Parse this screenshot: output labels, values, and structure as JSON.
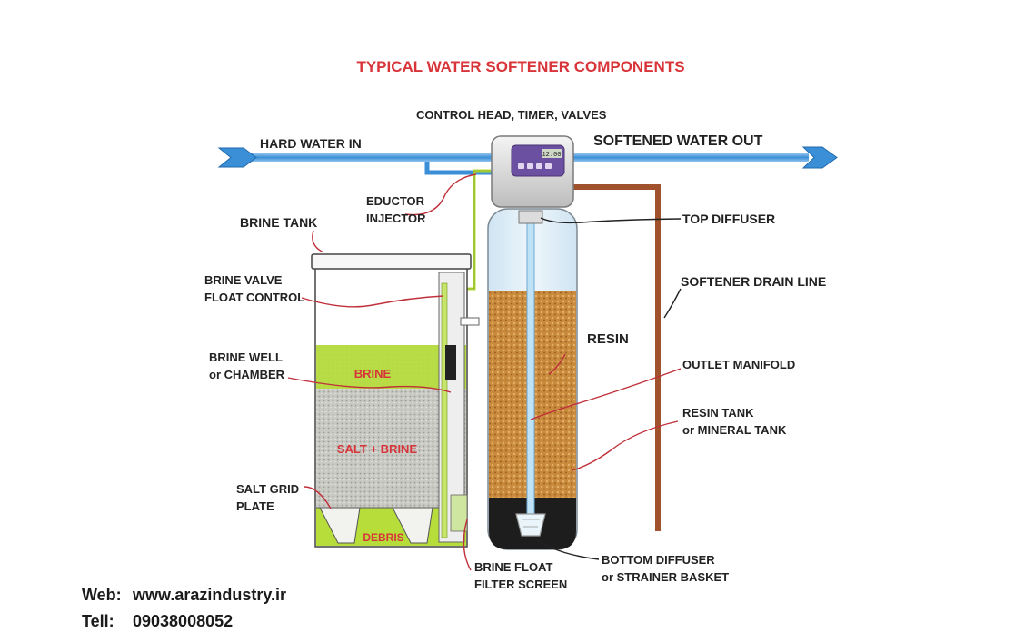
{
  "title": "TYPICAL WATER SOFTENER COMPONENTS",
  "labels": {
    "control_head": "CONTROL HEAD, TIMER, VALVES",
    "hard_water_in": "HARD WATER IN",
    "softened_water_out": "SOFTENED WATER OUT",
    "eductor_1": "EDUCTOR",
    "eductor_2": "INJECTOR",
    "brine_tank": "BRINE TANK",
    "top_diffuser": "TOP DIFFUSER",
    "brine_valve_1": "BRINE VALVE",
    "brine_valve_2": "FLOAT CONTROL",
    "drain_line": "SOFTENER DRAIN LINE",
    "resin": "RESIN",
    "brine_well_1": "BRINE WELL",
    "brine_well_2": "or CHAMBER",
    "outlet_manifold": "OUTLET MANIFOLD",
    "resin_tank_1": "RESIN TANK",
    "resin_tank_2": "or MINERAL TANK",
    "salt_grid_1": "SALT GRID",
    "salt_grid_2": "PLATE",
    "bottom_diffuser_1": "BOTTOM DIFFUSER",
    "bottom_diffuser_2": "or STRAINER BASKET",
    "brine_float_1": "BRINE FLOAT",
    "brine_float_2": "FILTER SCREEN"
  },
  "zones": {
    "brine": "BRINE",
    "salt_brine": "SALT + BRINE",
    "debris": "DEBRIS"
  },
  "display": "12:00",
  "footer": {
    "web_label": "Web:",
    "web_value": "www.arazindustry.ir",
    "tel_label": "Tell:",
    "tel_value": "09038008052"
  },
  "colors": {
    "title": "#d8353a",
    "leader": "#c0303a",
    "pipe_blue": "#3b8fd6",
    "brine_green": "#b6dd3a",
    "resin": "#c98a3c",
    "drain": "#a0522d"
  }
}
